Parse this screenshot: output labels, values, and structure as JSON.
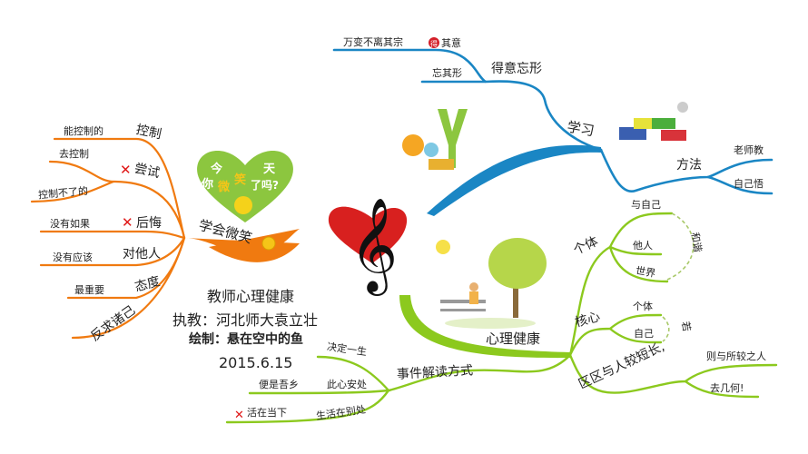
{
  "center": {
    "title": "教师心理健康",
    "teacher": "执教：河北师大袁立壮",
    "author": "绘制：悬在空中的鱼",
    "date": "2015.6.15"
  },
  "colors": {
    "smile": "#f07a10",
    "study": "#1a86c4",
    "health": "#8cc91e",
    "cross": "#e01818"
  },
  "smile": {
    "label": "学会微笑",
    "heart_text": [
      "今",
      "天",
      "你",
      "微",
      "笑",
      "了吗?"
    ],
    "branches": [
      {
        "label": "控制",
        "children": [
          "能控制的"
        ]
      },
      {
        "label": "尝试",
        "icon": "cross-icon",
        "children": [
          "去控制",
          "控制不了的"
        ]
      },
      {
        "label": "后悔",
        "icon": "cross-icon",
        "children": [
          "没有如果"
        ]
      },
      {
        "label": "对他人",
        "children": [
          "没有应该"
        ]
      },
      {
        "label": "态度",
        "children": [
          "最重要"
        ]
      },
      {
        "label": "反求诸己",
        "children": []
      }
    ]
  },
  "study": {
    "label": "学习",
    "branches": [
      {
        "label": "得意忘形",
        "children": [
          "万变不离其宗",
          "忘其形"
        ],
        "badge": "得",
        "badge_text": "其意"
      },
      {
        "label": "方法",
        "children": [
          "老师教",
          "自己悟"
        ]
      }
    ]
  },
  "health": {
    "label": "心理健康",
    "branches": [
      {
        "label": "个体",
        "children": [
          "与自己",
          "他人",
          "世界"
        ],
        "relation": "和谐"
      },
      {
        "label": "核心",
        "children": [
          "个体",
          "自己"
        ],
        "relation": "若"
      },
      {
        "label": "区区与人较短长,",
        "children": [
          "则与所较之人",
          "去几何!"
        ]
      },
      {
        "label": "事件解读方式",
        "children": [
          "决定一生",
          "此心安处",
          "生活在别处"
        ],
        "extra": [
          "便是吾乡",
          "活在当下"
        ]
      }
    ]
  }
}
